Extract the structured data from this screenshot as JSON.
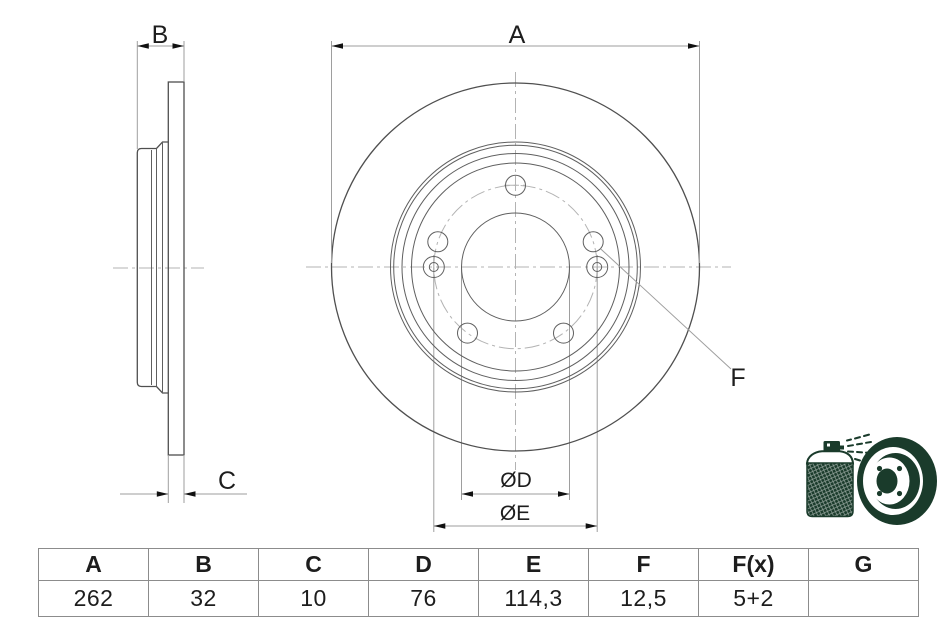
{
  "drawing": {
    "dim_a_label": "A",
    "dim_b_label": "B",
    "dim_c_label": "C",
    "dim_d_label": "ØD",
    "dim_e_label": "ØE",
    "dim_f_label": "F"
  },
  "table": {
    "columns": [
      "A",
      "B",
      "C",
      "D",
      "E",
      "F",
      "F(x)",
      "G"
    ],
    "values": [
      "262",
      "32",
      "10",
      "76",
      "114,3",
      "12,5",
      "5+2",
      ""
    ]
  },
  "icons": {
    "corner_icon": "spray-can-painting-brake-disc"
  },
  "colors": {
    "object-line": "#4f4f4f",
    "thin-line": "#5f5f5f",
    "dim-line": "#9e9e9e",
    "center-line": "#b3b3b3",
    "arrow": "#111111",
    "label": "#1d1d1d",
    "table-border": "#8c8c8c",
    "table-text": "#1d1d1d",
    "icon-green": "#1a3b2b",
    "background": "#ffffff"
  }
}
